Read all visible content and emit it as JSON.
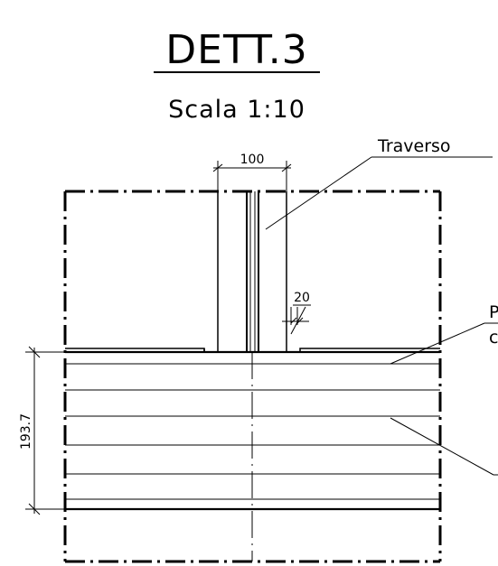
{
  "drawing": {
    "title": "DETT.3",
    "scale": "Scala  1:10",
    "labels": {
      "traverso": "Traverso",
      "plate_line1": "P",
      "plate_line2": "c"
    },
    "dimensions": {
      "width_top": "100",
      "gap": "20",
      "height_left": "193.7"
    }
  },
  "colors": {
    "ink": "#000000",
    "paper": "#ffffff"
  }
}
